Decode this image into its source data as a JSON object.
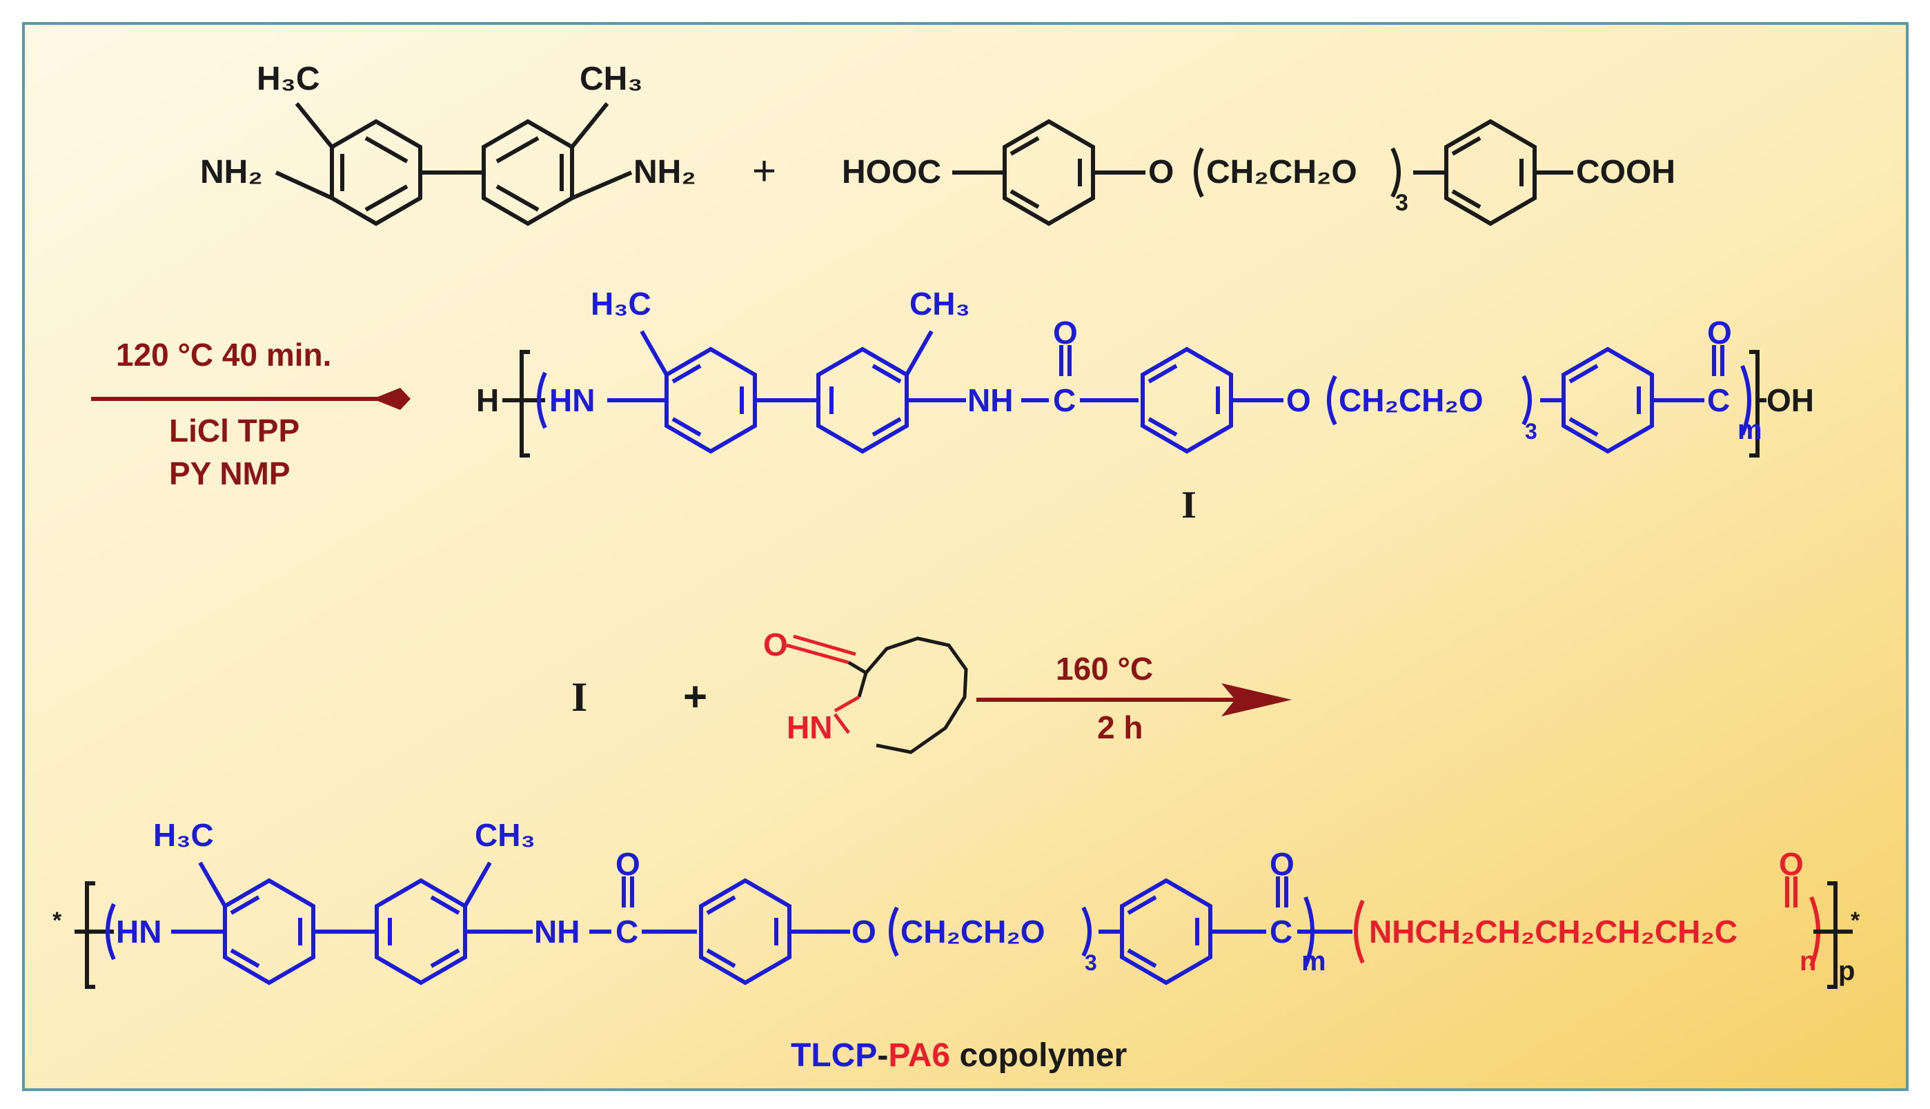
{
  "colors": {
    "black": "#1a1a1a",
    "blue": "#1c1cd6",
    "red": "#e6202a",
    "arrow": "#8b1414",
    "reagent_text": "#8b1414",
    "border": "#5a9aa8",
    "bg_light": "#fdf6dc",
    "bg_dark": "#f6d06a"
  },
  "reactant_diamine": {
    "methyl_left": "H₃C",
    "methyl_right": "CH₃",
    "amine_left": "NH₂",
    "amine_right": "NH₂"
  },
  "plus_1": "+",
  "reactant_diacid": {
    "acid_left": "HOOC",
    "ether_o": "O",
    "linker": "CH₂CH₂O",
    "linker_sub": "3",
    "acid_right": "COOH"
  },
  "step1": {
    "temp": "120 °C   40 min.",
    "reagents_1": "LiCl TPP",
    "reagents_2": "PY NMP"
  },
  "intermediate": {
    "end_h": "H",
    "hn": "HN",
    "methyl_left": "H₃C",
    "methyl_right": "CH₃",
    "nh": "NH",
    "carbonyl_o": "O",
    "carbonyl_c": "C",
    "ether_o": "O",
    "linker": "CH₂CH₂O",
    "linker_sub": "3",
    "end_carbonyl_o": "O",
    "end_carbonyl_c": "C",
    "end_oh": "OH",
    "repeat_m": "m",
    "label": "I"
  },
  "step2": {
    "reactant_label": "I",
    "plus": "+",
    "caprolactam_o": "O",
    "caprolactam_hn": "HN",
    "temp": "160 °C",
    "time": "2 h"
  },
  "product": {
    "end_star_left": "*",
    "hn": "HN",
    "methyl_left": "H₃C",
    "methyl_right": "CH₃",
    "nh": "NH",
    "carbonyl_o": "O",
    "carbonyl_c": "C",
    "ether_o": "O",
    "linker": "CH₂CH₂O",
    "linker_sub": "3",
    "carbonyl2_o": "O",
    "carbonyl2_c": "C",
    "repeat_m": "m",
    "pa6_chain": "NHCH₂CH₂CH₂CH₂CH₂C",
    "pa6_o": "O",
    "repeat_n": "n",
    "repeat_p": "p",
    "end_star_right": "*"
  },
  "caption": {
    "part1": "TLCP",
    "dash": "-",
    "part2": "PA6",
    "part3": " copolymer"
  }
}
